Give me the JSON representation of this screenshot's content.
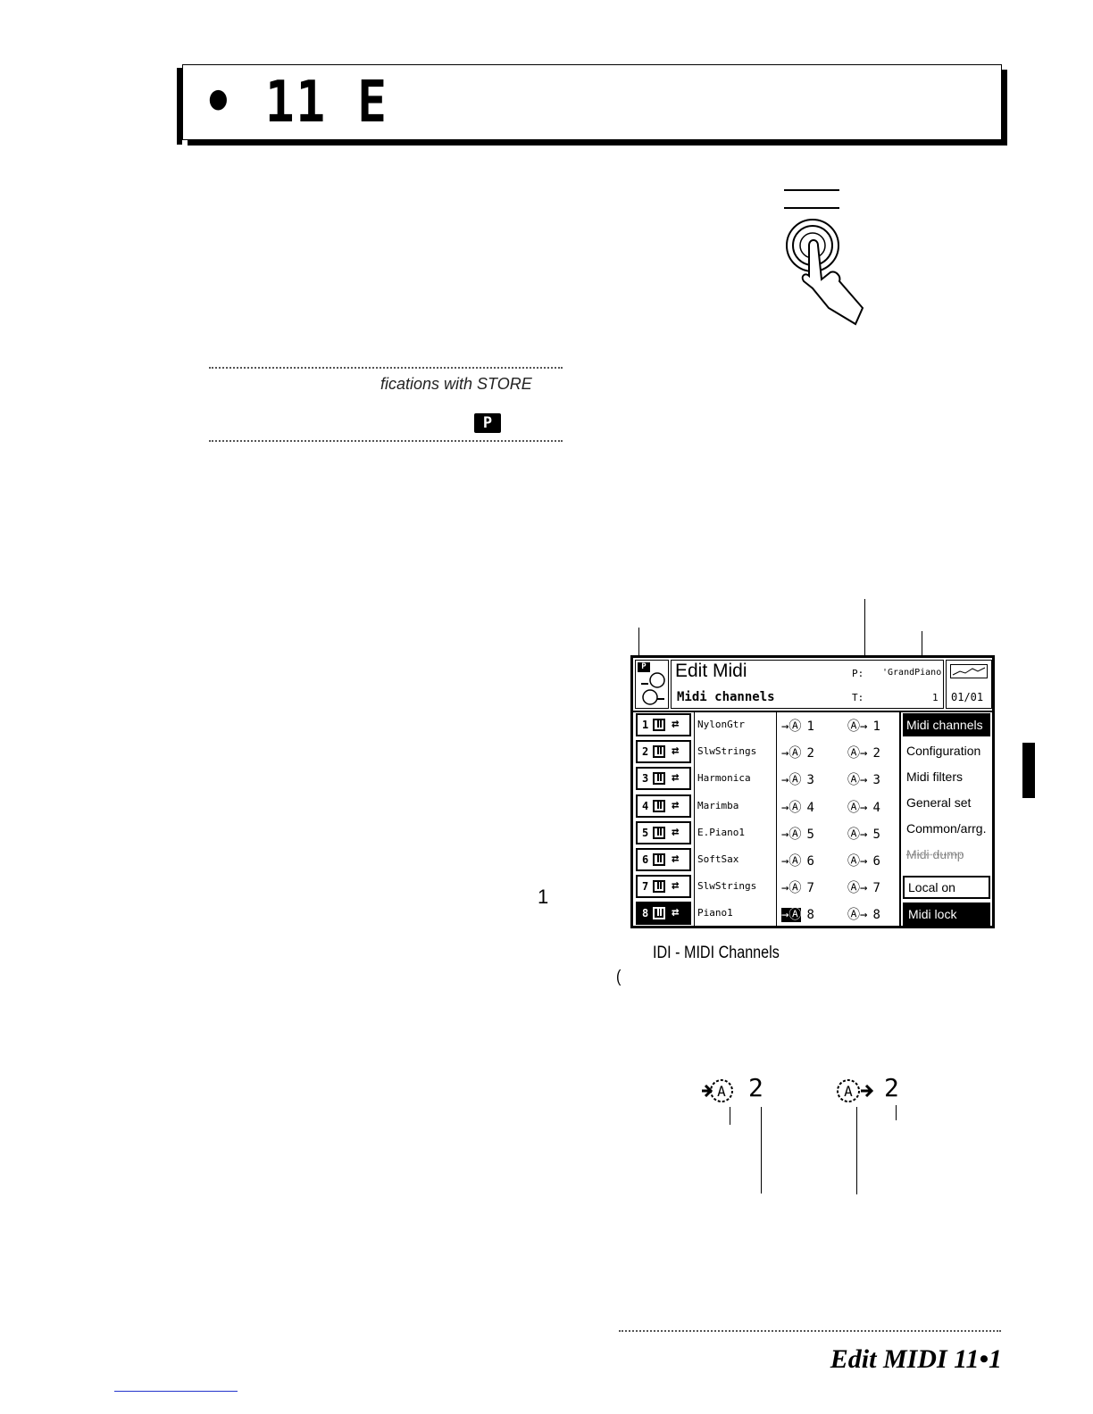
{
  "chapter": {
    "title": "• 11 E"
  },
  "note": {
    "text": "fications with STORE",
    "badge": "P"
  },
  "stray_number": "1",
  "screen": {
    "title": "Edit Midi",
    "subtitle": "Midi channels",
    "p_label": "P:",
    "p_value": "'GrandPiano",
    "t_label": "T:",
    "t_value": "1",
    "page": "01/01",
    "badge": "P",
    "tracks": [
      {
        "num": "1",
        "sound": "NylonGtr",
        "in_channel": "1",
        "out_channel": "1",
        "selected": false
      },
      {
        "num": "2",
        "sound": "SlwStrings",
        "in_channel": "2",
        "out_channel": "2",
        "selected": false
      },
      {
        "num": "3",
        "sound": "Harmonica",
        "in_channel": "3",
        "out_channel": "3",
        "selected": false
      },
      {
        "num": "4",
        "sound": "Marimba",
        "in_channel": "4",
        "out_channel": "4",
        "selected": false
      },
      {
        "num": "5",
        "sound": "E.Piano1",
        "in_channel": "5",
        "out_channel": "5",
        "selected": false
      },
      {
        "num": "6",
        "sound": "SoftSax",
        "in_channel": "6",
        "out_channel": "6",
        "selected": false
      },
      {
        "num": "7",
        "sound": "SlwStrings",
        "in_channel": "7",
        "out_channel": "7",
        "selected": false
      },
      {
        "num": "8",
        "sound": "Piano1",
        "in_channel": "8",
        "out_channel": "8",
        "selected": true
      }
    ],
    "menu": [
      {
        "label": "Midi channels",
        "selected": true,
        "disabled": false
      },
      {
        "label": "Configuration",
        "selected": false,
        "disabled": false
      },
      {
        "label": "Midi filters",
        "selected": false,
        "disabled": false
      },
      {
        "label": "General set",
        "selected": false,
        "disabled": false
      },
      {
        "label": "Common/arrg.",
        "selected": false,
        "disabled": false
      },
      {
        "label": "Midi dump",
        "selected": false,
        "disabled": true
      }
    ],
    "local_on": "Local on",
    "midi_lock": "Midi lock"
  },
  "caption": {
    "line1": "IDI - MIDI Channels",
    "line2": "("
  },
  "detail": {
    "in_channel": "2",
    "out_channel": "2"
  },
  "footer": {
    "title": "Edit MIDI   11•1"
  }
}
